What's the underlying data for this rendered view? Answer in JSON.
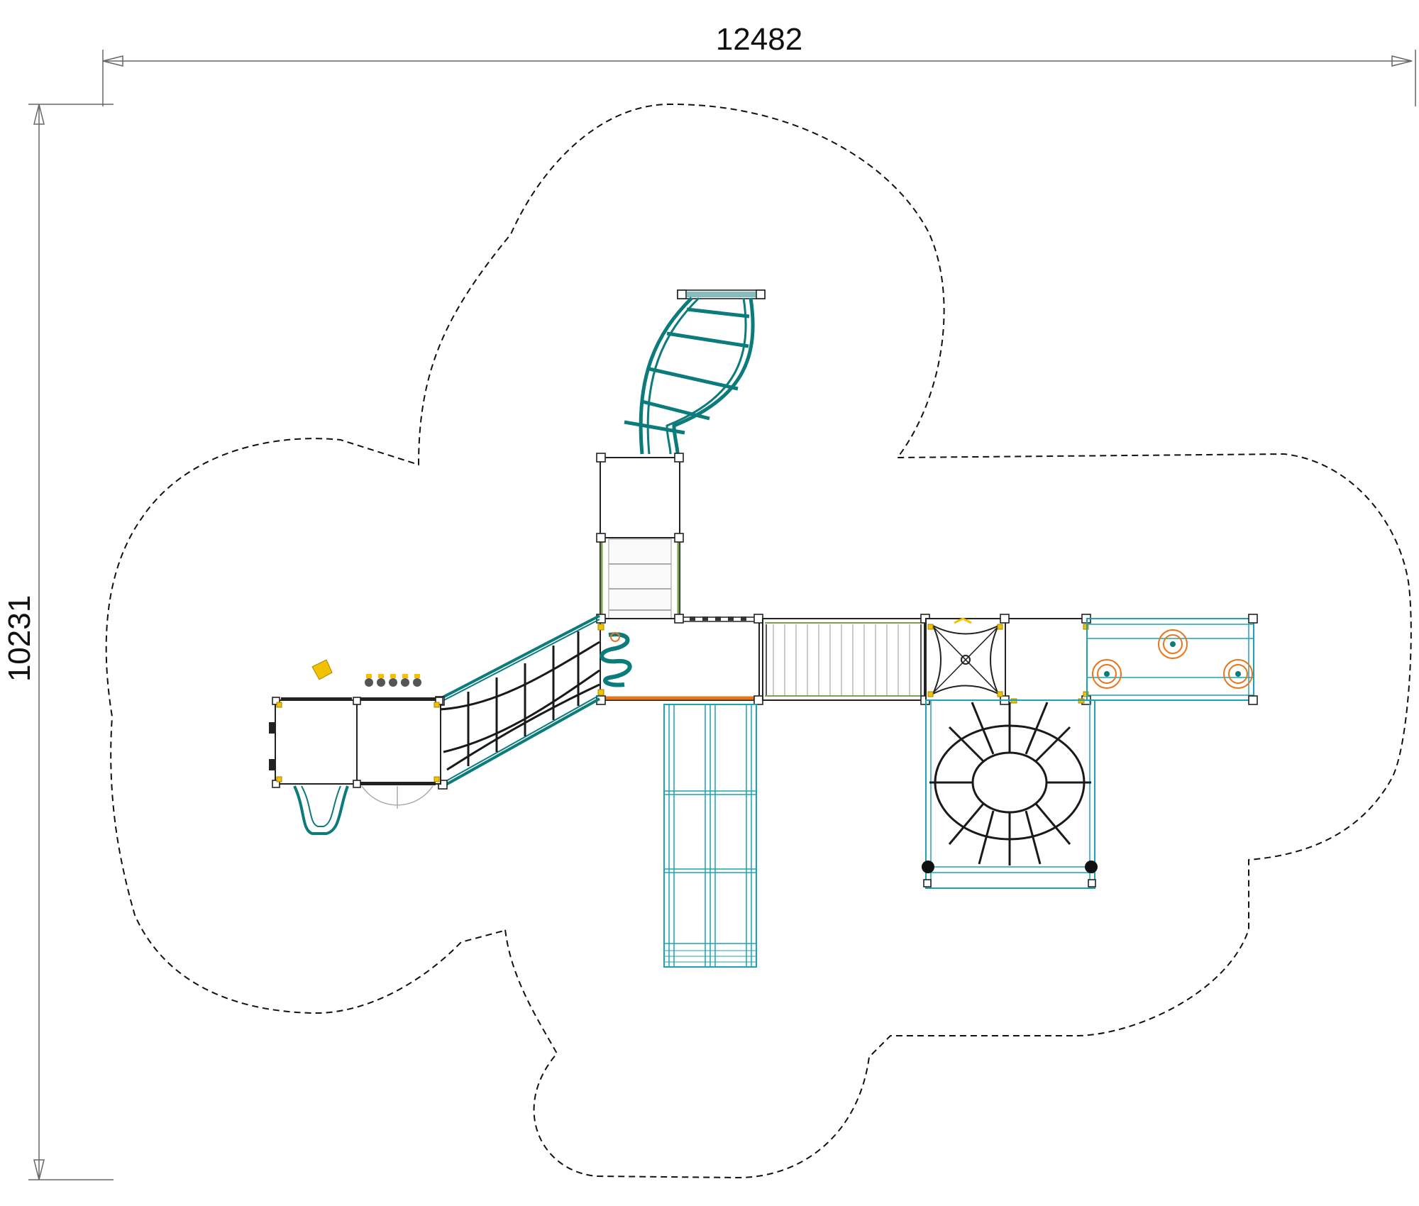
{
  "dimensions": {
    "width_label": "12482",
    "height_label": "10231"
  },
  "colors": {
    "outline": "#111111",
    "teal": "#0b7b7b",
    "cyan": "#1aa3b3",
    "yellow": "#f2c200",
    "orange": "#e8751a",
    "net": "#1a1a1a"
  },
  "components": [
    "safety-zone-outline",
    "curved-climber",
    "tower",
    "central-deck",
    "rope-bridge",
    "panel-deck",
    "double-slide",
    "bridge",
    "net-deck",
    "spider-net",
    "stepping-platforms"
  ]
}
